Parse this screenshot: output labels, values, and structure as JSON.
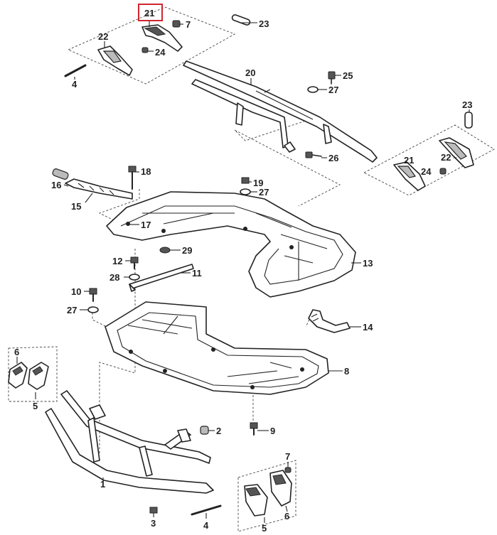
{
  "highlight": {
    "label": "21",
    "color": "#d0262e"
  },
  "callouts": {
    "c21a": "21",
    "c7a": "7",
    "c23a": "23",
    "c22a": "22",
    "c24a": "24",
    "c4a": "4",
    "c20": "20",
    "c25": "25",
    "c27a": "27",
    "c26": "26",
    "c23b": "23",
    "c22b": "22",
    "c21b": "21",
    "c24b": "24",
    "c18": "18",
    "c16": "16",
    "c15": "15",
    "c19": "19",
    "c27b": "27",
    "c17": "17",
    "c29": "29",
    "c13": "13",
    "c12": "12",
    "c11": "11",
    "c28": "28",
    "c10": "10",
    "c27c": "27",
    "c14": "14",
    "c6a": "6",
    "c5a": "5",
    "c8": "8",
    "c2": "2",
    "c9": "9",
    "c1": "1",
    "c7b": "7",
    "c3": "3",
    "c4b": "4",
    "c6b": "6",
    "c5b": "5"
  }
}
